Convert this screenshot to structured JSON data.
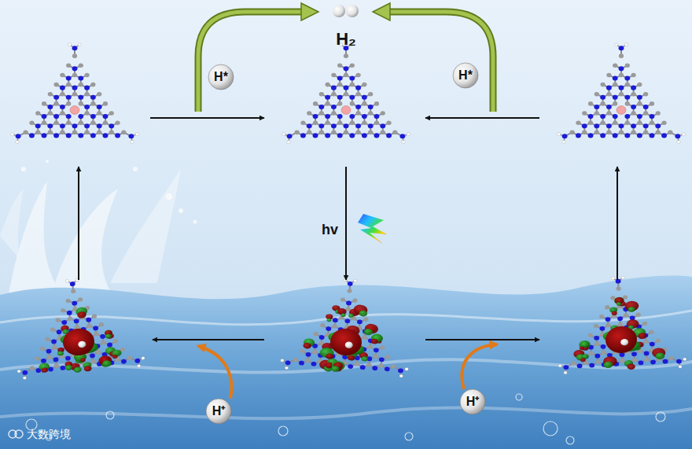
{
  "diagram": {
    "nodes": [
      {
        "text": [
          "H*"
        ]
      },
      {
        "text": [
          "H*"
        ]
      },
      {
        "text": [
          "H⁺"
        ]
      },
      {
        "text": [
          "H⁺"
        ]
      }
    ],
    "labels": [
      "H₂",
      "hv",
      "大数跨境"
    ]
  }
}
